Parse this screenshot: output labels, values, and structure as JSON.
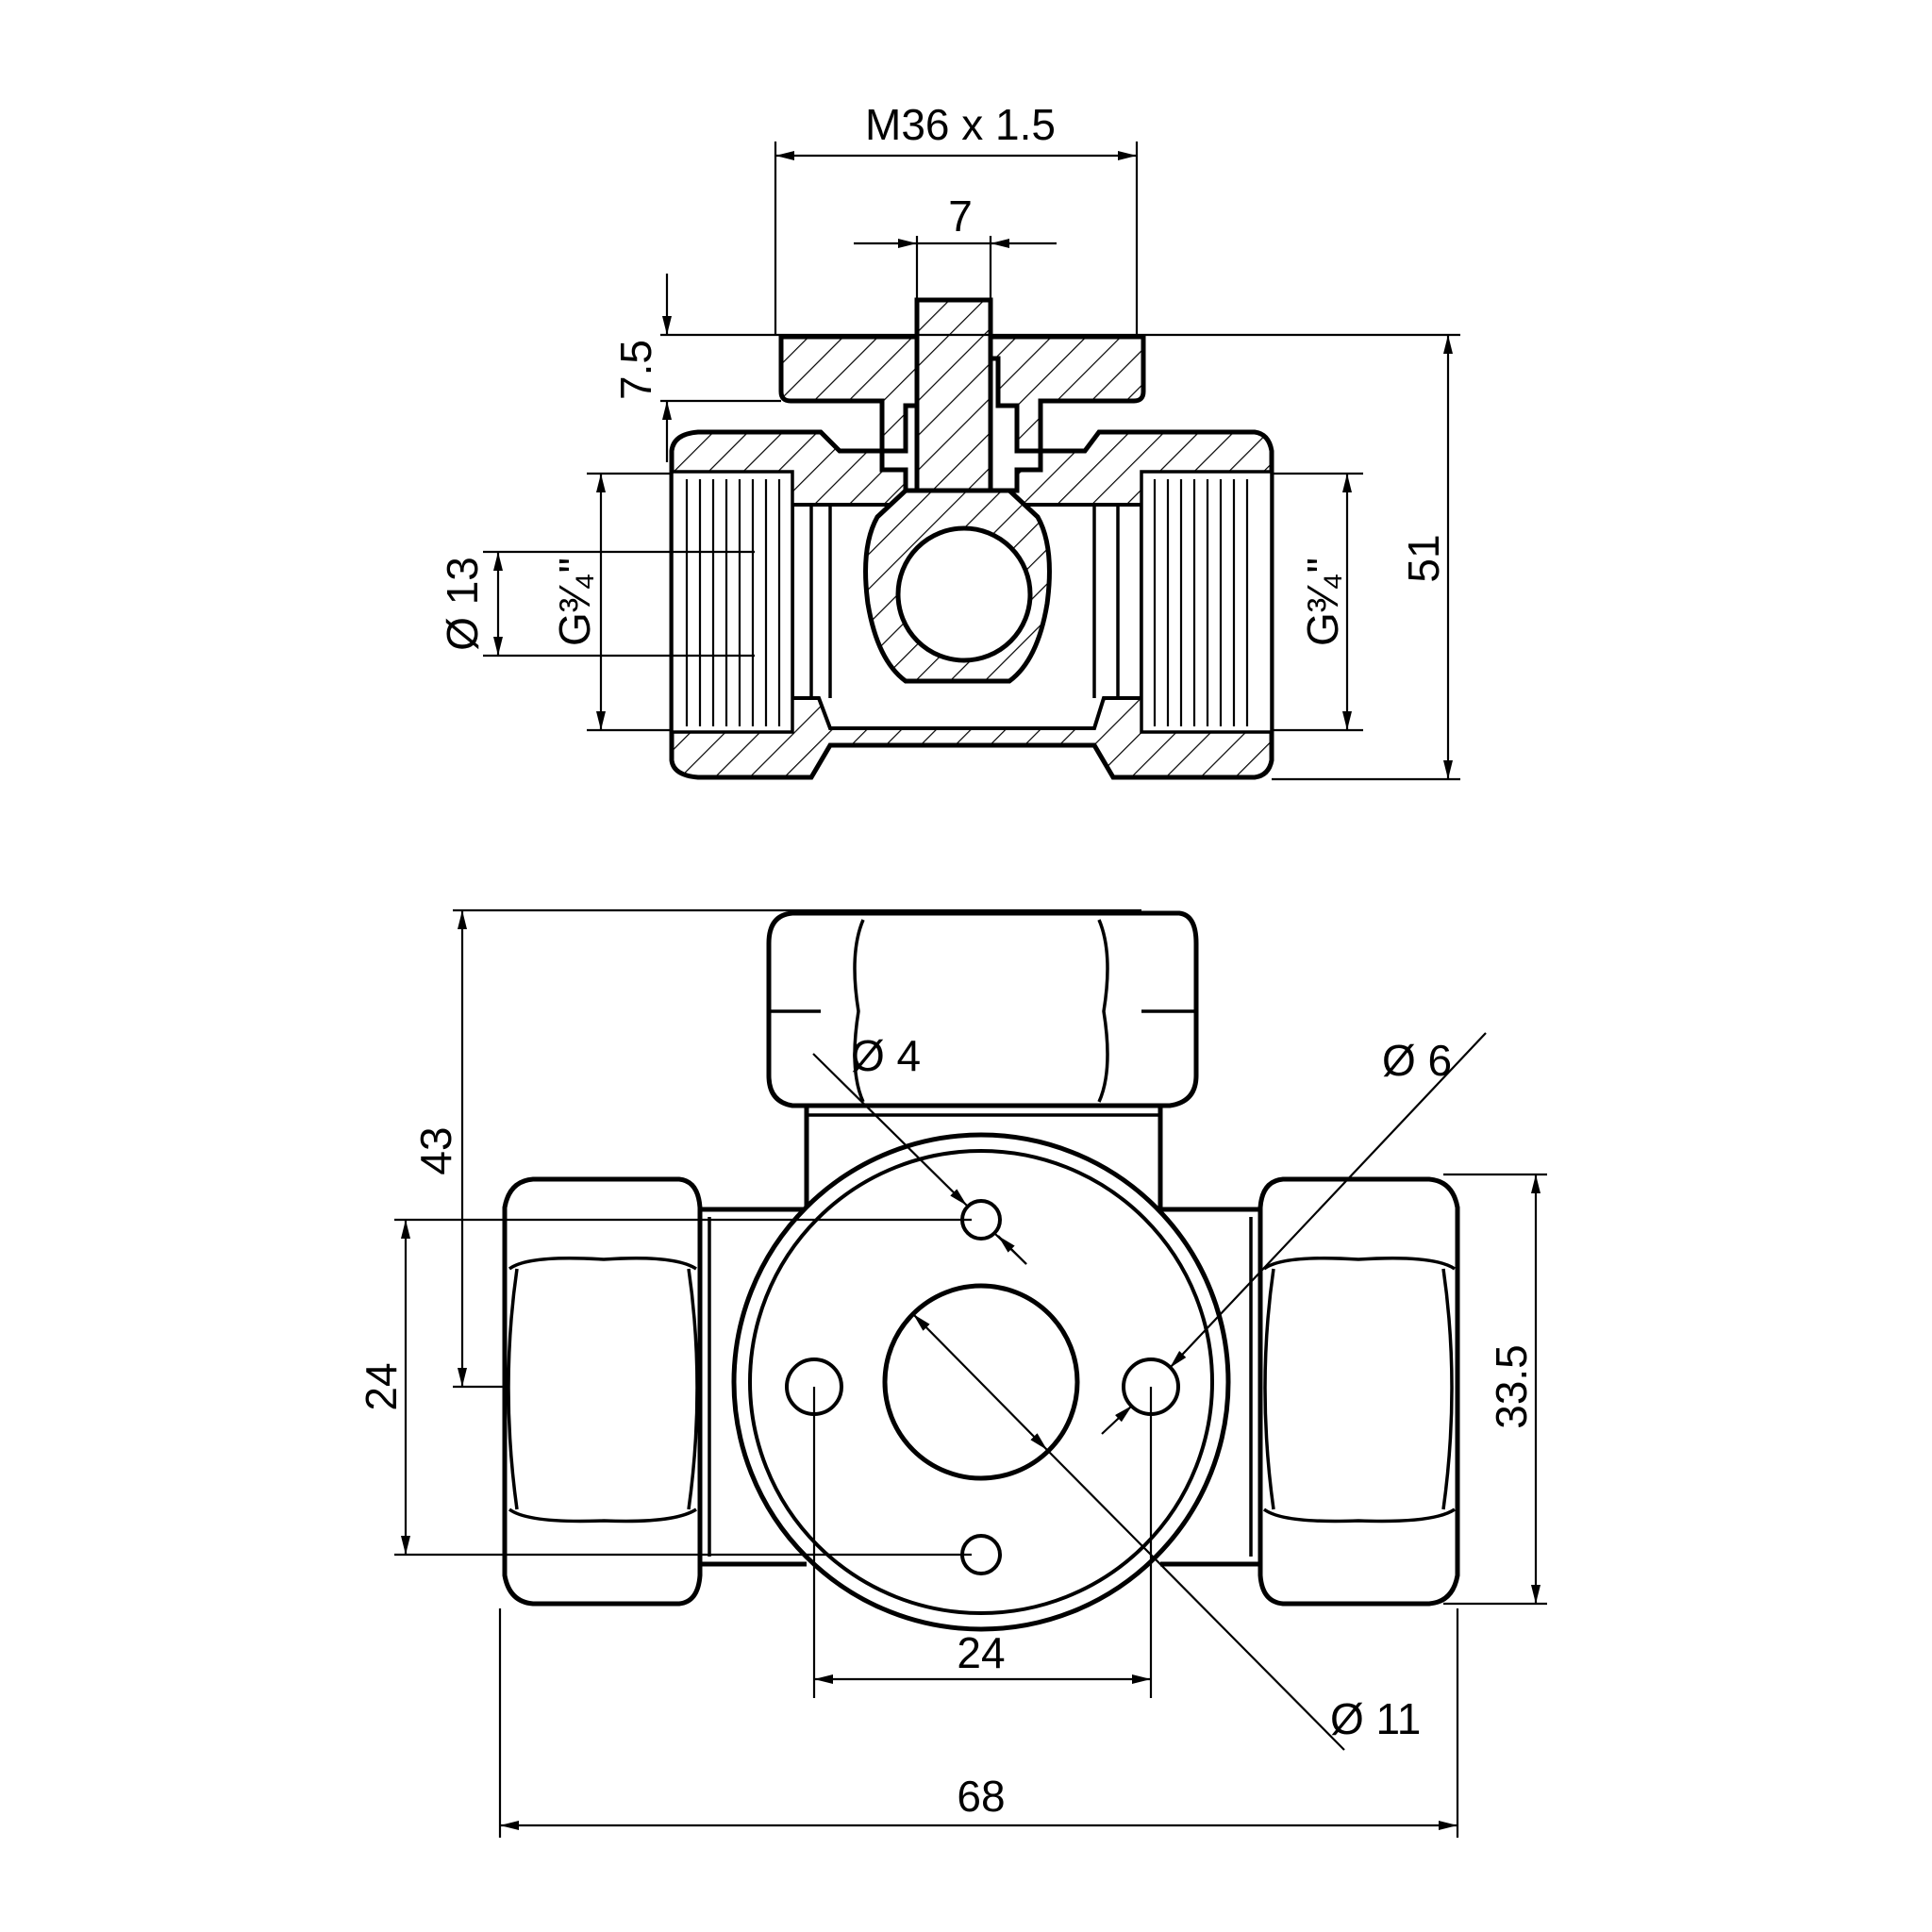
{
  "section_view": {
    "thread_label": "M36 x 1.5",
    "stem_width": "7",
    "flange_height": "7.5",
    "bore_diameter": "Ø 13",
    "left_port_thread": "G³⁄₄\"",
    "right_port_thread": "G³⁄₄\"",
    "overall_height": "51"
  },
  "front_view": {
    "top_to_port_axis": "43",
    "left_port_span": "24",
    "right_port_span": "33.5",
    "pin_hole_diameter": "Ø 4",
    "side_hole_diameter": "Ø 6",
    "center_bore_diameter": "Ø 11",
    "hole_spacing": "24",
    "overall_width": "68"
  }
}
